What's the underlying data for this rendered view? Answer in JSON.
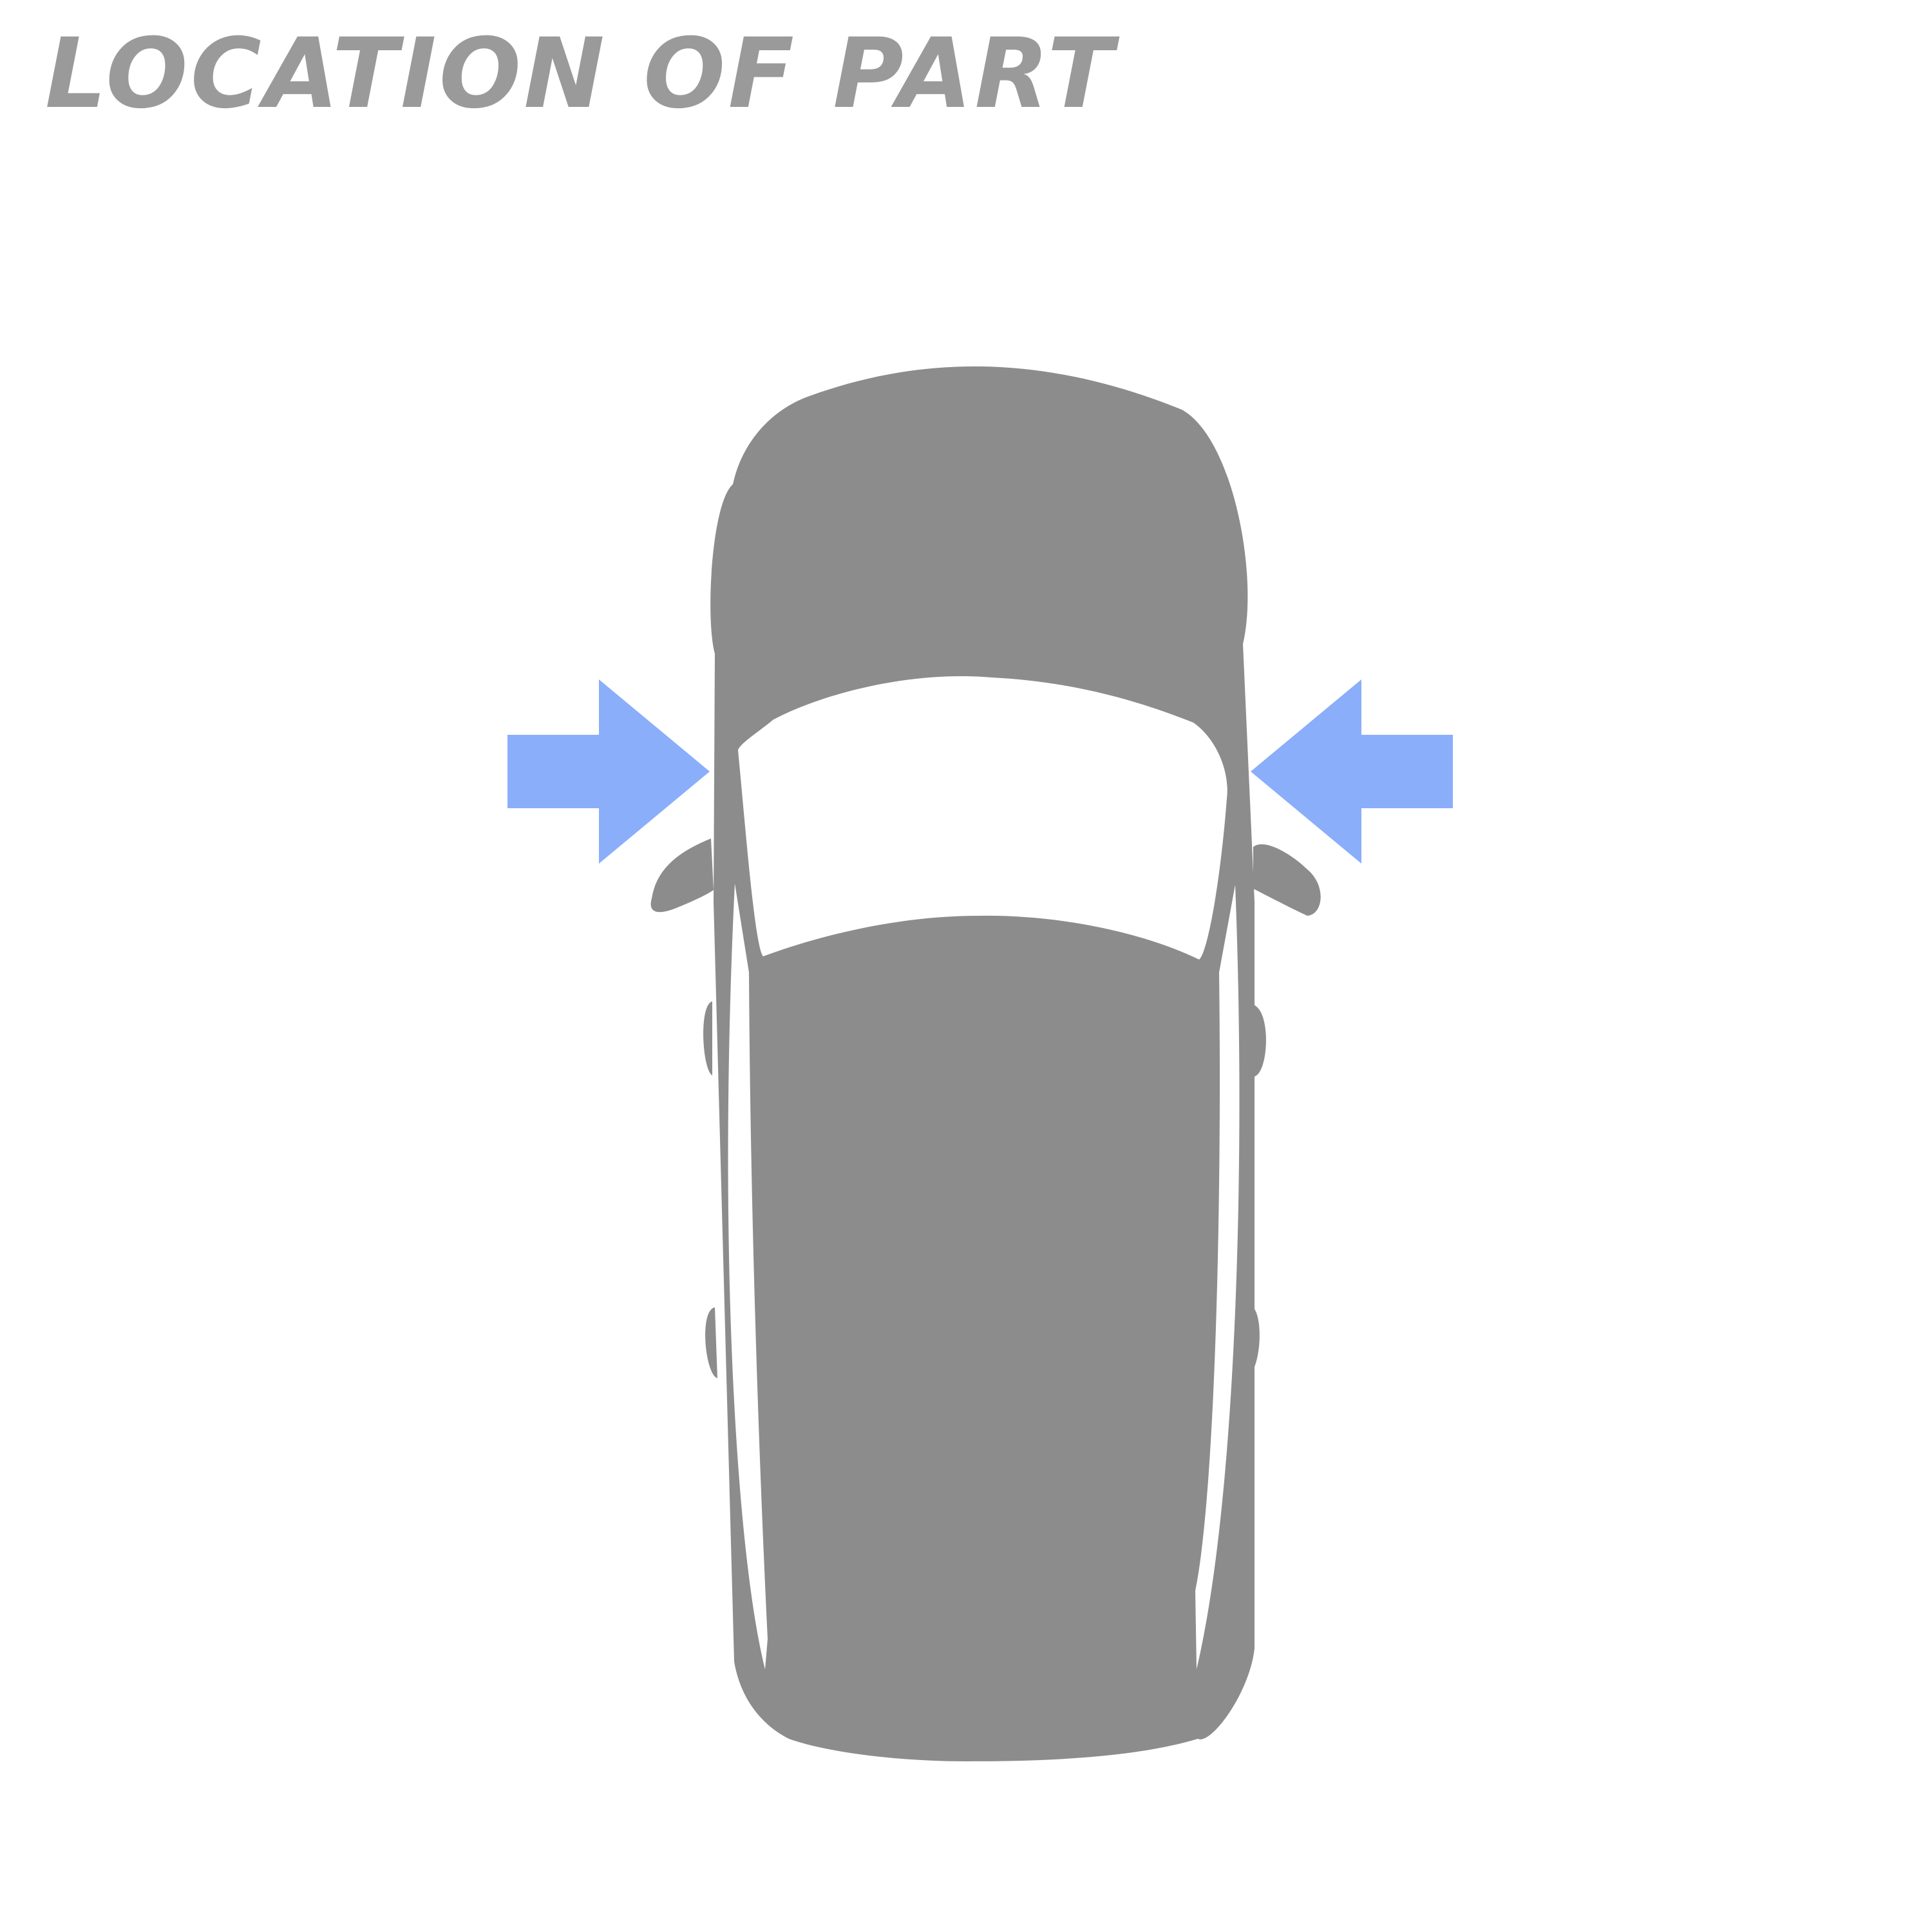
{
  "header": {
    "title": "LOCATION OF PART"
  },
  "diagram": {
    "subject": "vehicle-top-view",
    "indicators": [
      {
        "icon": "arrow-right-icon",
        "points_to": "left side of windshield"
      },
      {
        "icon": "arrow-left-icon",
        "points_to": "right side of windshield"
      }
    ]
  },
  "colors": {
    "title": "#9a9a9a",
    "vehicle_body": "#8c8c8c",
    "glass": "#ffffff",
    "arrow": "#8aaefa",
    "background": "#ffffff"
  }
}
